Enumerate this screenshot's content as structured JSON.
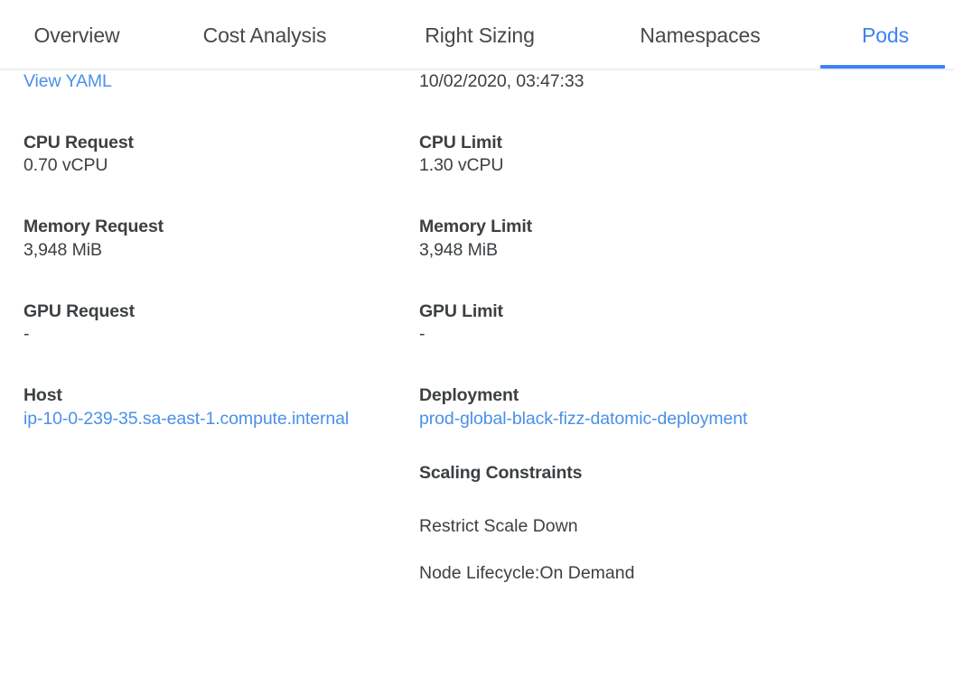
{
  "tabs": [
    {
      "label": "Overview",
      "active": false
    },
    {
      "label": "Cost Analysis",
      "active": false
    },
    {
      "label": "Right Sizing",
      "active": false
    },
    {
      "label": "Namespaces",
      "active": false
    },
    {
      "label": "Pods",
      "active": true
    }
  ],
  "colors": {
    "accent": "#3b82f6",
    "link": "#4a90e8",
    "text": "#3c4043",
    "tab_inactive": "#48484a",
    "divider": "#eceff1"
  },
  "left_column": {
    "view_yaml_link": "View YAML",
    "cpu_request": {
      "label": "CPU Request",
      "value": "0.70 vCPU"
    },
    "memory_request": {
      "label": "Memory Request",
      "value": "3,948 MiB"
    },
    "gpu_request": {
      "label": "GPU Request",
      "value": "-"
    },
    "host": {
      "label": "Host",
      "value": "ip-10-0-239-35.sa-east-1.compute.internal"
    }
  },
  "right_column": {
    "timestamp": "10/02/2020, 03:47:33",
    "cpu_limit": {
      "label": "CPU Limit",
      "value": "1.30 vCPU"
    },
    "memory_limit": {
      "label": "Memory Limit",
      "value": "3,948 MiB"
    },
    "gpu_limit": {
      "label": "GPU Limit",
      "value": "-"
    },
    "deployment": {
      "label": "Deployment",
      "value": "prod-global-black-fizz-datomic-deployment"
    },
    "scaling_constraints": {
      "label": "Scaling Constraints",
      "items": [
        "Restrict Scale Down",
        "Node Lifecycle:On Demand"
      ]
    }
  }
}
